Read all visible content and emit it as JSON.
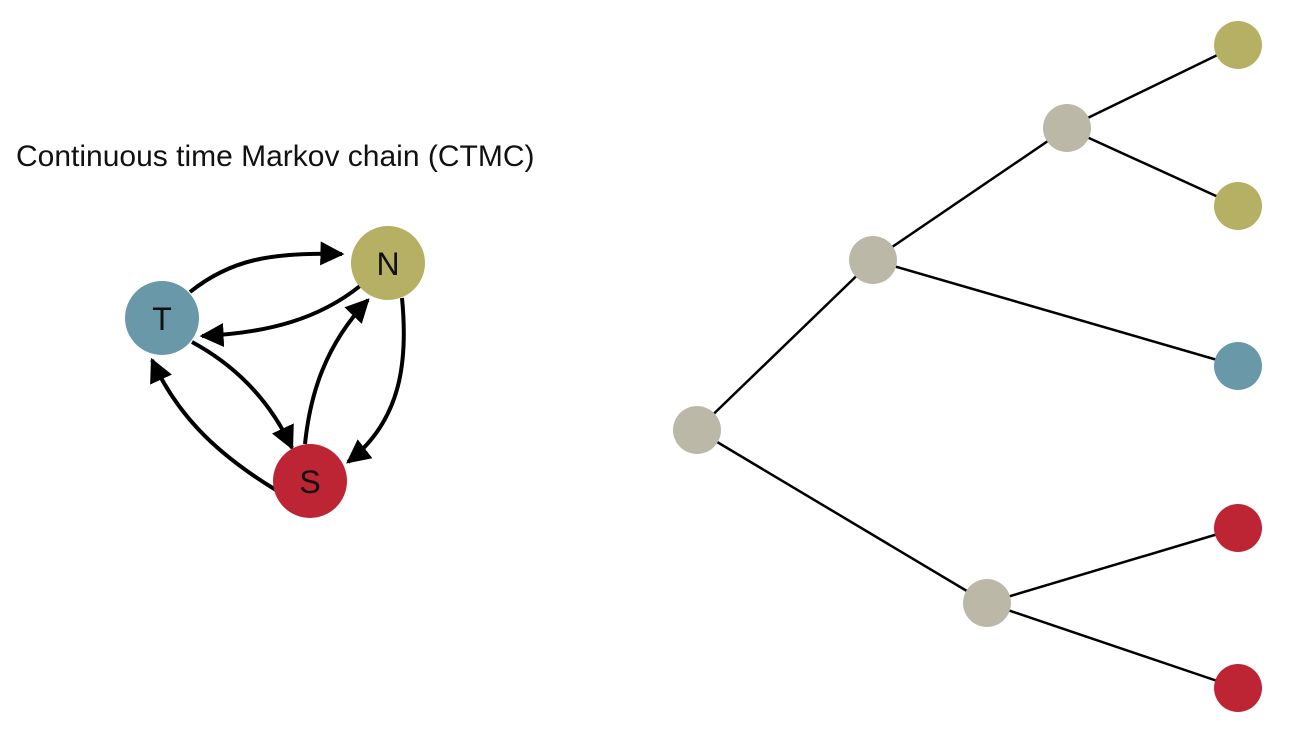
{
  "title": "Continuous time Markov chain (CTMC)",
  "ctmc": {
    "states": [
      {
        "id": "T",
        "label": "T",
        "color": "#6998a8"
      },
      {
        "id": "N",
        "label": "N",
        "color": "#b5b063"
      },
      {
        "id": "S",
        "label": "S",
        "color": "#bd2535"
      }
    ],
    "transitions": [
      {
        "from": "T",
        "to": "N"
      },
      {
        "from": "N",
        "to": "T"
      },
      {
        "from": "T",
        "to": "S"
      },
      {
        "from": "S",
        "to": "T"
      },
      {
        "from": "N",
        "to": "S"
      },
      {
        "from": "S",
        "to": "N"
      }
    ]
  },
  "tree": {
    "node_colors": {
      "internal": "#bbb8a7",
      "N": "#b5b063",
      "T": "#6998a8",
      "S": "#bd2535"
    },
    "leaf_states": [
      "N",
      "N",
      "T",
      "S",
      "S"
    ]
  }
}
